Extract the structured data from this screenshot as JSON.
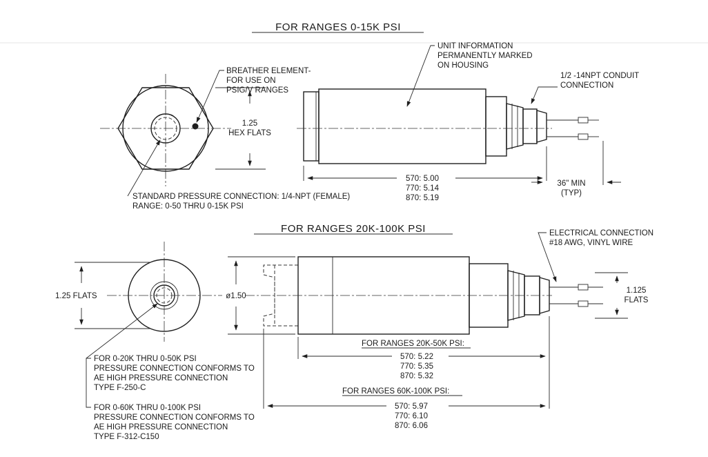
{
  "titles": {
    "range_low": "FOR RANGES 0-15K PSI",
    "range_high": "FOR RANGES 20K-100K PSI"
  },
  "top_view": {
    "breather": [
      "BREATHER ELEMENT-",
      "FOR USE ON",
      "PSIG/V RANGES"
    ],
    "hex_flats": [
      "1.25",
      "HEX FLATS"
    ],
    "std_connection": [
      "STANDARD PRESSURE CONNECTION: 1/4-NPT (FEMALE)",
      "RANGE: 0-50 THRU 0-15K PSI"
    ],
    "unit_info": [
      "UNIT INFORMATION",
      "PERMANENTLY MARKED",
      "ON HOUSING"
    ],
    "conduit": [
      "1/2 -14NPT CONDUIT",
      "CONNECTION"
    ],
    "lengths": [
      "570: 5.00",
      "770: 5.14",
      "870: 5.19"
    ],
    "wire_min": [
      "36\" MIN",
      "(TYP)"
    ]
  },
  "bottom_view": {
    "flats_left": "1.25 FLATS",
    "diameter": "ø1.50",
    "electrical": [
      "ELECTRICAL CONNECTION",
      "#18 AWG, VINYL WIRE"
    ],
    "flats_right": [
      "1.125",
      "FLATS"
    ],
    "note_20k_50k": [
      "FOR 0-20K THRU 0-50K PSI",
      "PRESSURE CONNECTION CONFORMS TO",
      "AE HIGH PRESSURE CONNECTION",
      "TYPE F-250-C"
    ],
    "note_60k_100k": [
      "FOR 0-60K THRU 0-100K PSI",
      "PRESSURE CONNECTION CONFORMS TO",
      "AE HIGH PRESSURE CONNECTION",
      "TYPE F-312-C150"
    ],
    "sub_20k_50k": "FOR RANGES 20K-50K PSI:",
    "lengths_20k_50k": [
      "570: 5.22",
      "770: 5.35",
      "870: 5.32"
    ],
    "sub_60k_100k": "FOR RANGES 60K-100K PSI:",
    "lengths_60k_100k": [
      "570: 5.97",
      "770: 6.10",
      "870: 6.06"
    ]
  }
}
